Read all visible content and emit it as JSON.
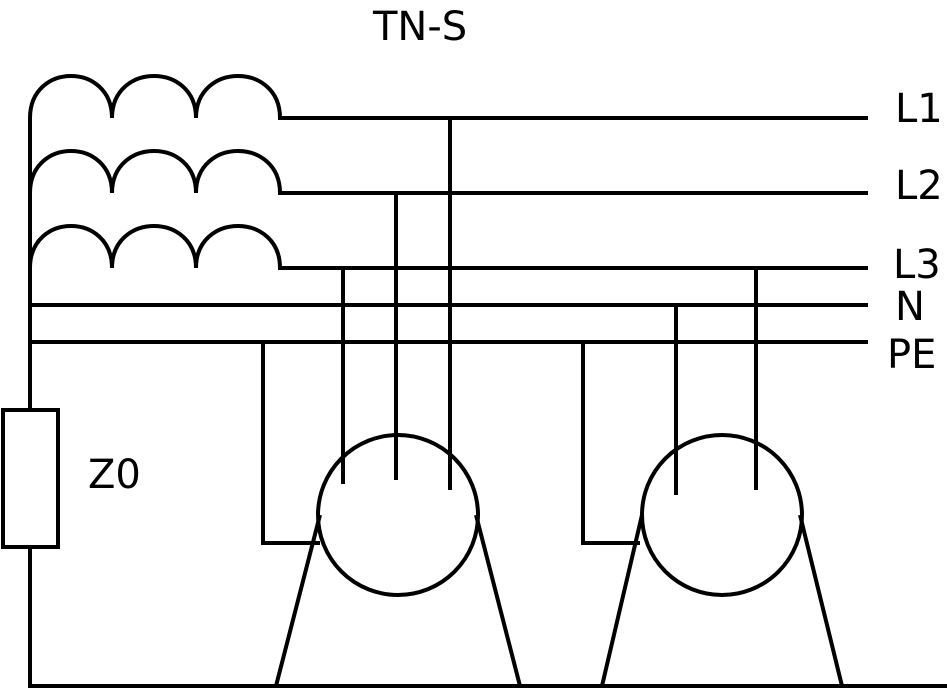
{
  "title": "TN-S",
  "conductors": {
    "l1": "L1",
    "l2": "L2",
    "l3": "L3",
    "n": "N",
    "pe": "PE"
  },
  "impedance": {
    "label": "Z0"
  },
  "colors": {
    "line": "#000000",
    "background": "#ffffff"
  }
}
